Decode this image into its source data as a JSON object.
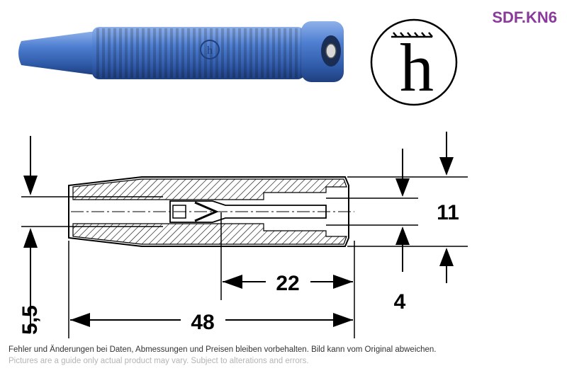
{
  "product": {
    "code": "SDF.KN6",
    "brand_logo_icon": "hirschmann-h-logo-icon",
    "body_color": "#3e6fc4"
  },
  "drawing": {
    "dimensions": {
      "total_length": "48",
      "insert_depth": "22",
      "outer_diameter": "11",
      "inner_diameter": "5,5",
      "socket_diameter": "4"
    }
  },
  "disclaimer": {
    "de": "Fehler und Änderungen bei Daten, Abmessungen und Preisen bleiben vorbehalten. Bild kann vom Original abweichen.",
    "en": "Pictures are a guide only actual product may vary. Subject to alterations and errors."
  }
}
